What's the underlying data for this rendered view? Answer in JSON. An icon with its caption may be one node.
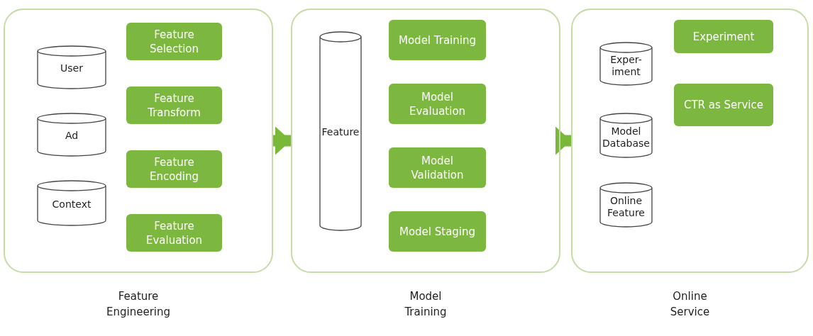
{
  "diagram": {
    "nodes": [
      {
        "text": [
          "Feature Engineering"
        ]
      },
      {
        "text": [
          "User"
        ],
        "in": 0
      },
      {
        "text": [
          "Ad"
        ],
        "in": 0
      },
      {
        "text": [
          "Context"
        ],
        "in": 0
      },
      {
        "text": [
          "Feature Selection"
        ],
        "in": 0
      },
      {
        "text": [
          "Feature Transform"
        ],
        "in": 0
      },
      {
        "text": [
          "Feature Encoding"
        ],
        "in": 0
      },
      {
        "text": [
          "Feature Evaluation"
        ],
        "in": 0
      },
      {
        "text": [
          "Model Training"
        ]
      },
      {
        "text": [
          "Feature"
        ],
        "in": 8
      },
      {
        "text": [
          "Model Training"
        ],
        "in": 8
      },
      {
        "text": [
          "Model Evaluation"
        ],
        "in": 8
      },
      {
        "text": [
          "Model Validation"
        ],
        "in": 8
      },
      {
        "text": [
          "Model Staging"
        ],
        "in": 8
      },
      {
        "text": [
          "Online Service"
        ]
      },
      {
        "text": [
          "Exper- iment"
        ],
        "in": 14
      },
      {
        "text": [
          "Model Database"
        ],
        "in": 14
      },
      {
        "text": [
          "Online Feature"
        ],
        "in": 14
      },
      {
        "text": [
          "Experiment"
        ],
        "in": 14
      },
      {
        "text": [
          "CTR as Service"
        ],
        "in": 14
      }
    ],
    "edges": [
      {
        "from": 0,
        "to": 8,
        "arrow": "to"
      },
      {
        "from": 8,
        "to": 14,
        "arrow": "to"
      }
    ]
  }
}
